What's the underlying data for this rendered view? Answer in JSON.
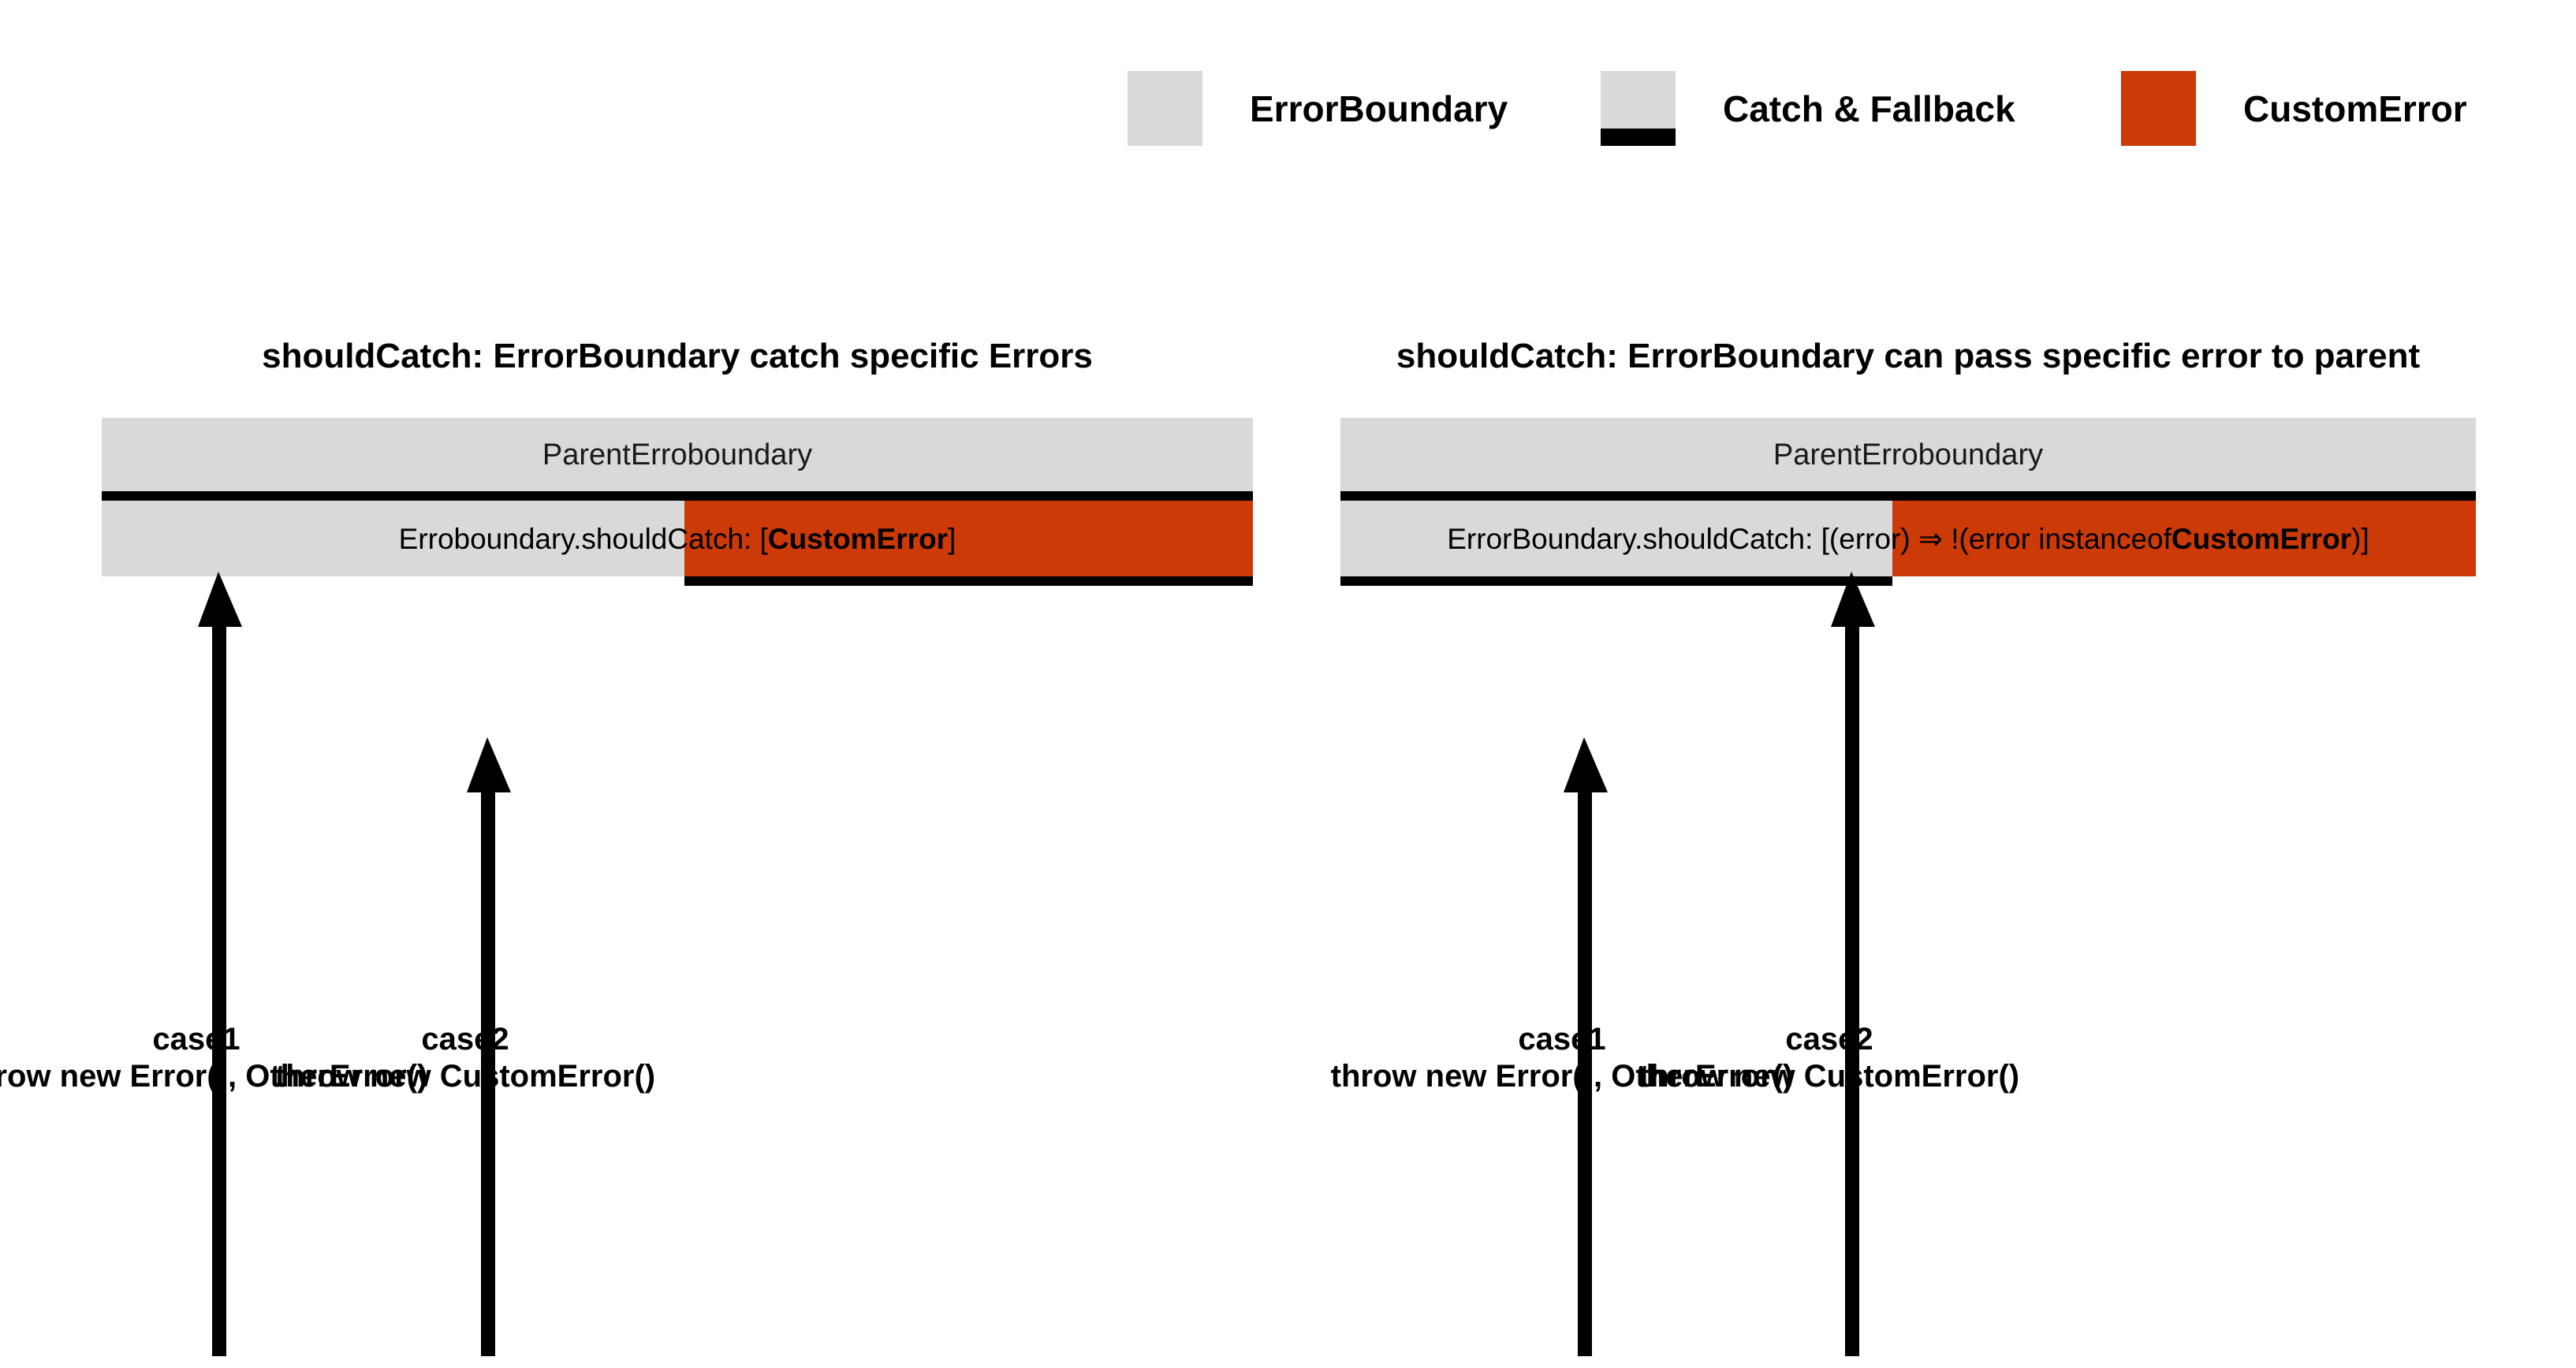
{
  "legend": {
    "items": [
      {
        "id": "errorboundary",
        "label": "ErrorBoundary",
        "swatch": "gray-square",
        "color": "#d9d9d9"
      },
      {
        "id": "catch-fallback",
        "label": "Catch & Fallback",
        "swatch": "gray-square-with-black-bottom-bar",
        "color": "#d9d9d9",
        "bar_color": "#000000"
      },
      {
        "id": "customerror",
        "label": "CustomError",
        "swatch": "orange-square",
        "color": "#cc3a08"
      }
    ]
  },
  "panels": [
    {
      "id": "panel-left",
      "title": "shouldCatch: ErrorBoundary catch specific Errors",
      "parent_label": "ParentErroboundary",
      "inner_text_plain": "Erroboundary.shouldCatch: [CustomError]",
      "inner_text_prefix": "Erroboundary.shouldCatch: [",
      "inner_text_bold": "CustomError",
      "inner_text_suffix": "]",
      "inner_segments": [
        {
          "type": "gray",
          "color": "#d9d9d9",
          "width_pct": 50.6
        },
        {
          "type": "orange",
          "color": "#cc3a08",
          "width_pct": 49.4
        }
      ],
      "bottom_bar": {
        "side": "right",
        "left_pct": 50.6,
        "width_pct": 49.4,
        "color": "#000000"
      },
      "cases": [
        {
          "id": "case1",
          "title": "case1",
          "detail": "throw new Error(), OtherError()",
          "arrow_target": "divider-bar"
        },
        {
          "id": "case2",
          "title": "case2",
          "detail": "throw new CustomError()",
          "arrow_target": "bottom-bar"
        }
      ]
    },
    {
      "id": "panel-right",
      "title": "shouldCatch: ErrorBoundary can pass specific error to parent",
      "parent_label": "ParentErroboundary",
      "inner_text_plain": "ErrorBoundary.shouldCatch: [(error) ⇒ !(error instanceof CustomError)]",
      "inner_text_prefix": "ErrorBoundary.shouldCatch: [(error) ⇒ !(error instanceof ",
      "inner_text_bold": "CustomError",
      "inner_text_suffix": ")]",
      "inner_segments": [
        {
          "type": "gray",
          "color": "#d9d9d9",
          "width_pct": 48.6
        },
        {
          "type": "orange",
          "color": "#cc3a08",
          "width_pct": 51.4
        }
      ],
      "bottom_bar": {
        "side": "left",
        "left_pct": 0,
        "width_pct": 48.6,
        "color": "#000000"
      },
      "cases": [
        {
          "id": "case1",
          "title": "case1",
          "detail": "throw new Error(), OtherError()",
          "arrow_target": "bottom-bar"
        },
        {
          "id": "case2",
          "title": "case2",
          "detail": "throw new CustomError()",
          "arrow_target": "divider-bar"
        }
      ]
    }
  ],
  "colors": {
    "gray": "#d9d9d9",
    "orange": "#cc3a08",
    "black": "#000000",
    "background": "#ffffff"
  }
}
